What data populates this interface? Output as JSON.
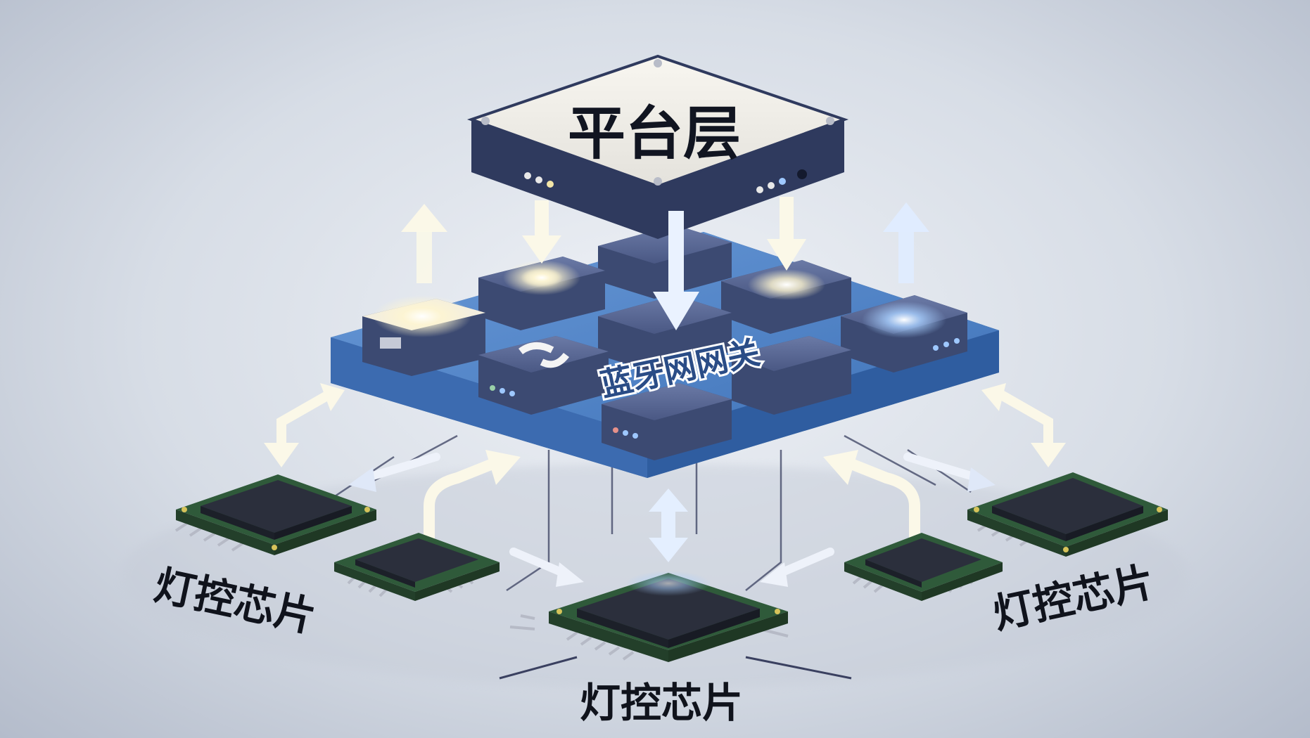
{
  "platform": {
    "label": "平台层"
  },
  "gateway": {
    "label": "蓝牙网网关"
  },
  "chips": [
    {
      "label": "灯控芯片"
    },
    {
      "label": "灯控芯片"
    },
    {
      "label": "灯控芯片"
    }
  ],
  "colors": {
    "platform_top": "#f4f2ec",
    "platform_side": "#2f3a5e",
    "gateway_board": "#4f86cc",
    "module_top": "#5a6b99",
    "chip_body": "#303442",
    "chip_pcb": "#2f5a3a",
    "arrow": "#fbf8e8",
    "arrow_blue": "#cfe2ff"
  }
}
